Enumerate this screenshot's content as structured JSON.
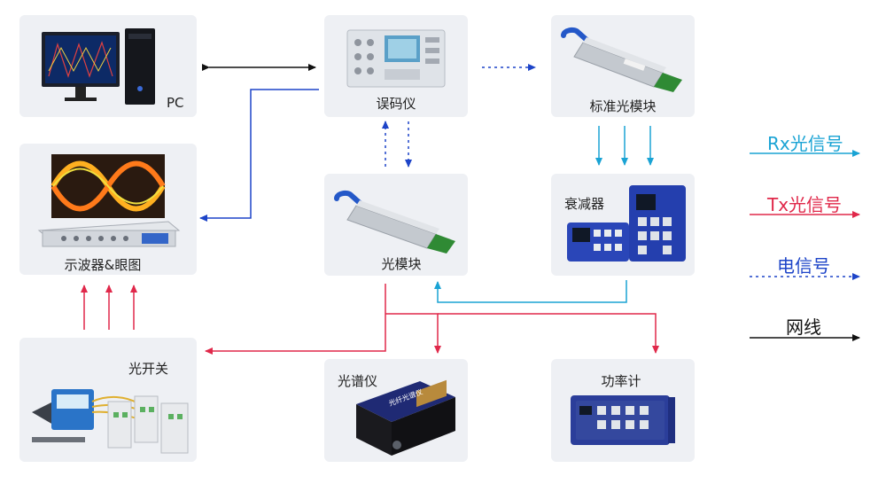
{
  "colors": {
    "rx": "#1aa3d4",
    "tx": "#e0284a",
    "elec": "#1d44c8",
    "net": "#111111",
    "card": "#eef0f4"
  },
  "nodes": {
    "pc": {
      "label": "PC",
      "icon": "pc-workstation-icon"
    },
    "bert": {
      "label": "误码仪",
      "icon": "bert-instrument-icon"
    },
    "std_module": {
      "label": "标准光模块",
      "icon": "optical-transceiver-icon"
    },
    "scope": {
      "label": "示波器&眼图",
      "icon": "oscilloscope-eye-diagram-icon"
    },
    "dut_module": {
      "label": "光模块",
      "icon": "optical-transceiver-icon"
    },
    "attenuator": {
      "label": "衰减器",
      "icon": "attenuator-icon"
    },
    "switch": {
      "label": "光开关",
      "icon": "optical-switch-icon"
    },
    "osa": {
      "label": "光谱仪",
      "icon": "spectrum-analyzer-icon",
      "device_text": "光纤光谱仪"
    },
    "power_meter": {
      "label": "功率计",
      "icon": "power-meter-icon"
    }
  },
  "legend": [
    {
      "label": "Rx光信号",
      "type": "rx"
    },
    {
      "label": "Tx光信号",
      "type": "tx"
    },
    {
      "label": "电信号",
      "type": "elec"
    },
    {
      "label": "网线",
      "type": "net"
    }
  ]
}
